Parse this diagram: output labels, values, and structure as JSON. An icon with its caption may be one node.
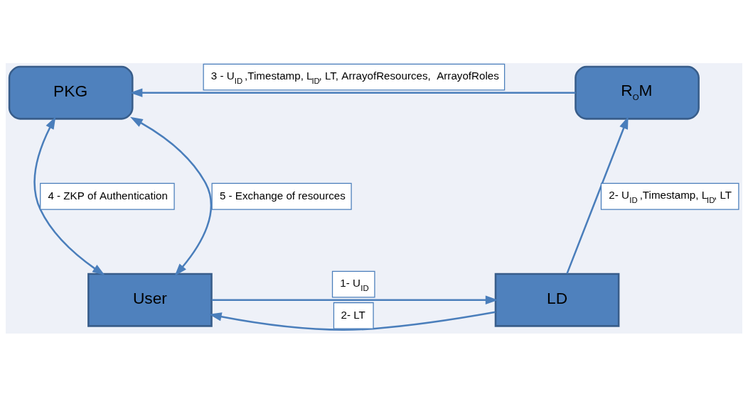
{
  "diagram": {
    "nodes": [
      {
        "text": [
          "PKG"
        ]
      },
      {
        "text": [
          "R$_{O}$M"
        ]
      },
      {
        "text": [
          "User"
        ]
      },
      {
        "text": [
          "LD"
        ]
      }
    ],
    "edges": [
      {
        "from": 1,
        "to": 0,
        "arrow": "to",
        "label": "3 - U$_{ID}$ ,Timestamp, L$_{ID}$, LT, ArrayofResources,  ArrayofRoles"
      },
      {
        "from": 0,
        "to": 2,
        "arrow": "both",
        "label": "4 - ZKP of Authentication"
      },
      {
        "from": 0,
        "to": 2,
        "arrow": "both",
        "label": "5 - Exchange of resources"
      },
      {
        "from": 2,
        "to": 3,
        "arrow": "to",
        "label": "1- U$_{ID}$"
      },
      {
        "from": 3,
        "to": 1,
        "arrow": "to",
        "label": "2- U$_{ID}$ ,Timestamp, L$_{ID}$, LT"
      },
      {
        "from": 3,
        "to": 2,
        "arrow": "to",
        "label": "2- LT"
      }
    ]
  }
}
